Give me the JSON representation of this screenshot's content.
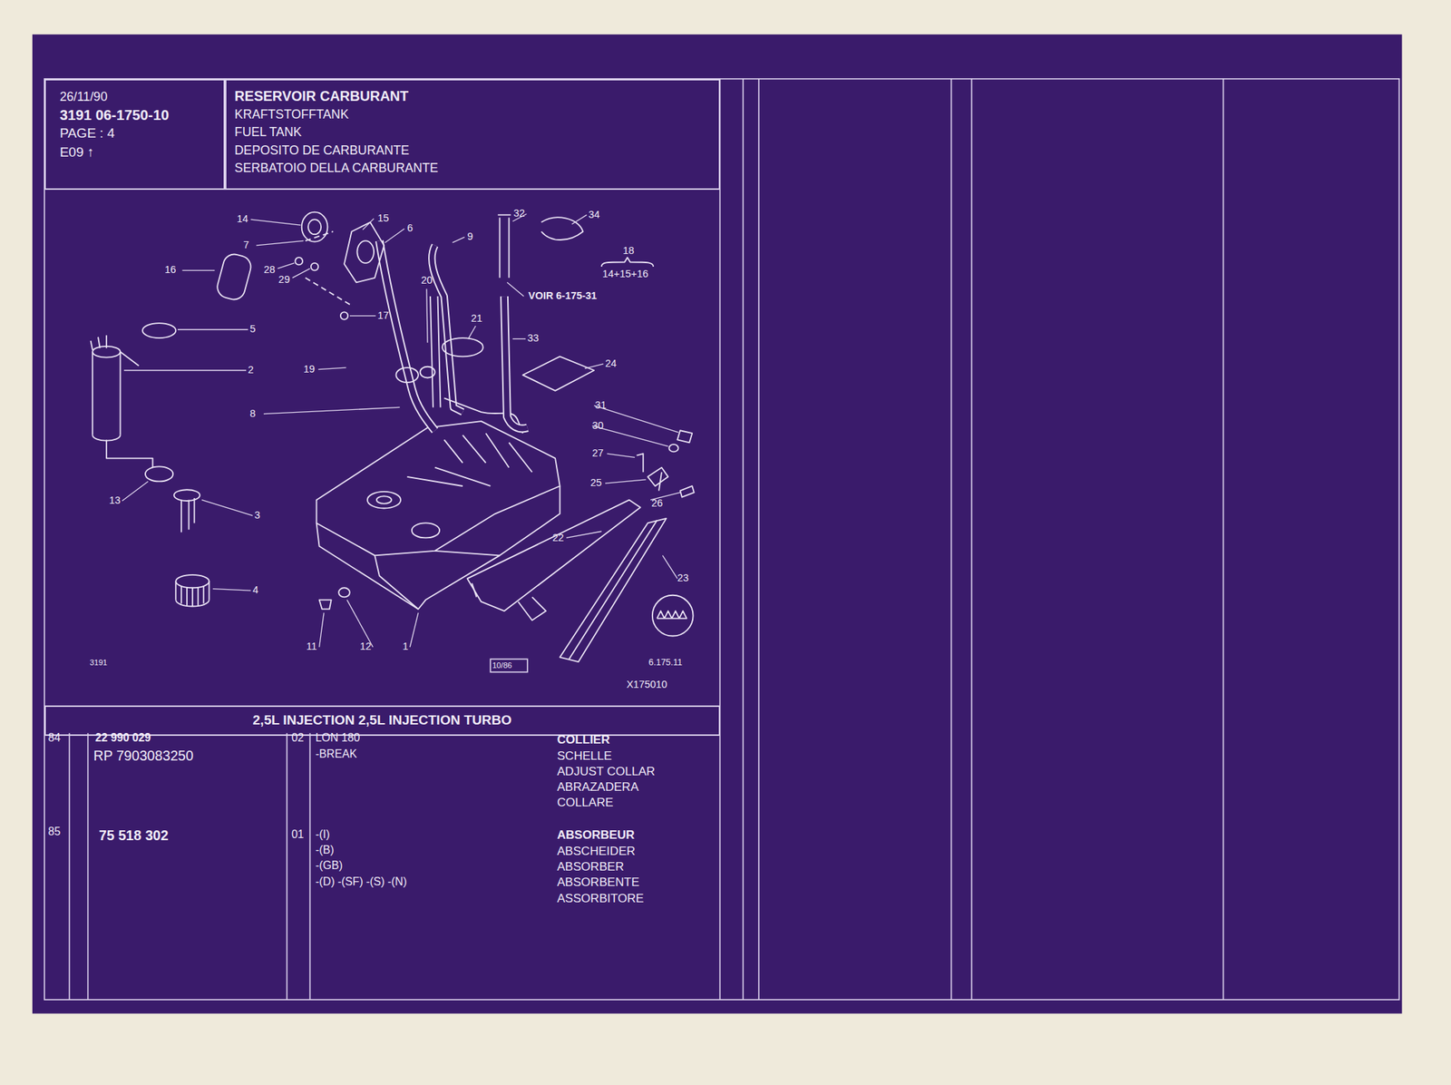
{
  "diagram": {
    "nodes": [
      {
        "text": [
          "26/11/90",
          "3191 06-1750-10",
          "PAGE : 4",
          "E09 ↑"
        ]
      },
      {
        "text": [
          "RESERVOIR CARBURANT",
          "KRAFTSTOFFTANK",
          "FUEL TANK",
          "DEPOSITO DE CARBURANTE",
          "SERBATOIO DELLA CARBURANTE"
        ]
      },
      {
        "text": [
          "2,5L INJECTION 2,5L INJECTION TURBO"
        ]
      }
    ],
    "edges": [],
    "labels": [
      "14",
      "7",
      "28",
      "29",
      "15",
      "6",
      "9",
      "32",
      "34",
      "18",
      "14+15+16",
      "VOIR 6-175-31",
      "16",
      "17",
      "20",
      "21",
      "33",
      "5",
      "2",
      "19",
      "24",
      "8",
      "31",
      "30",
      "27",
      "25",
      "26",
      "3",
      "22",
      "23",
      "13",
      "4",
      "11",
      "12",
      "1",
      "3191",
      "10/86",
      "6.175.11",
      "X175010",
      "84",
      "22 990 029",
      "RP 7903083250",
      "02",
      "LON 180",
      "-BREAK",
      "COLLIER",
      "SCHELLE",
      "ADJUST COLLAR",
      "ABRAZADERA",
      "COLLARE",
      "85",
      "75 518 302",
      "01",
      "-(I)",
      "-(B)",
      "-(GB)",
      "-(D) -(SF) -(S) -(N)",
      "ABSORBEUR",
      "ABSCHEIDER",
      "ABSORBER",
      "ABSORBENTE",
      "ASSORBITORE"
    ]
  }
}
